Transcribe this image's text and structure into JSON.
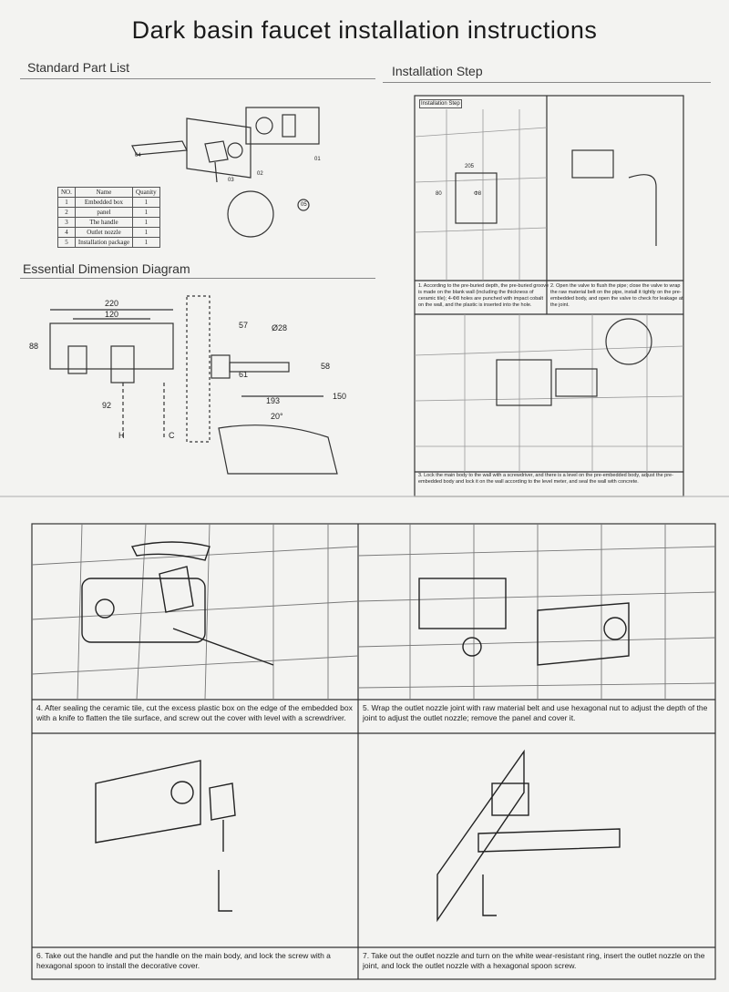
{
  "title": "Dark basin faucet installation instructions",
  "parts": {
    "heading": "Standard Part List",
    "callouts": [
      "01",
      "02",
      "03",
      "04",
      "05"
    ],
    "table": {
      "headers": [
        "NO.",
        "Name",
        "Quanity"
      ],
      "rows": [
        [
          "1",
          "Embedded box",
          "1"
        ],
        [
          "2",
          "panel",
          "1"
        ],
        [
          "3",
          "The handle",
          "1"
        ],
        [
          "4",
          "Outlet nozzle",
          "1"
        ],
        [
          "5",
          "Installation package",
          "1"
        ]
      ]
    }
  },
  "dimensions": {
    "heading": "Essential Dimension Diagram",
    "labels": [
      "220",
      "120",
      "88",
      "92",
      "H",
      "C",
      "57",
      "Ø28",
      "58",
      "61",
      "193",
      "150",
      "20°"
    ]
  },
  "install": {
    "heading": "Installation Step",
    "inner_label": "Installation Step",
    "dims": [
      "205",
      "80",
      "Φ8"
    ],
    "steps": [
      "1. According to the pre-buried depth, the pre-buried groove is made on the blank wall (including the thickness of ceramic tile); 4-Φ8 holes are punched with impact cobalt on the wall, and the plastic is inserted into the hole.",
      "2. Open the valve to flush the pipe; close the valve to wrap the raw material belt on the pipe, install it tightly on the pre-embedded body, and open the valve to check for leakage at the joint.",
      "3. Lock the main body to the wall with a screwdriver, and there is a level on the pre-embedded body, adjust the pre-embedded body and lock it on the wall according to the level meter, and seal the wall with concrete."
    ]
  },
  "bottom_steps": [
    "4. After sealing the ceramic tile, cut the excess plastic box on the edge of the embedded box with a knife to flatten the tile surface, and screw out the cover with level with a screwdriver.",
    "5. Wrap the outlet nozzle joint with raw material belt and use hexagonal nut to adjust the depth of the joint to adjust the outlet nozzle; remove the panel and cover it.",
    "6. Take out the handle and put the handle on the main body, and lock the screw with a hexagonal spoon to install the decorative cover.",
    "7. Take out the outlet nozzle and turn on the white wear-resistant ring, insert the outlet nozzle on the joint, and lock the outlet nozzle with a hexagonal spoon screw."
  ]
}
